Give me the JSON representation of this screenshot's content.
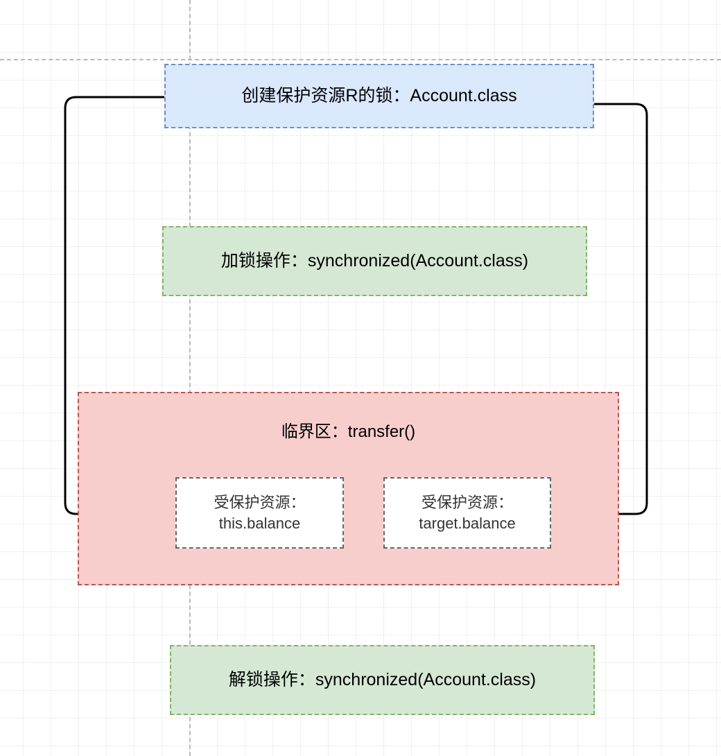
{
  "diagram": {
    "title_node": {
      "label": "创建保护资源R的锁：Account.class"
    },
    "lock_operation": {
      "label": "加锁操作：synchronized(Account.class)"
    },
    "critical_section": {
      "label": "临界区：transfer()",
      "resources": [
        {
          "line1": "受保护资源：",
          "line2": "this.balance"
        },
        {
          "line1": "受保护资源：",
          "line2": "target.balance"
        }
      ]
    },
    "unlock_operation": {
      "label": "解锁操作：synchronized(Account.class)"
    },
    "colors": {
      "lock_create_fill": "#dae8fc",
      "lock_create_stroke": "#6c8ebf",
      "operation_fill": "#d5e8d4",
      "operation_stroke": "#82b366",
      "critical_fill": "#f8cecc",
      "critical_stroke": "#b85450",
      "resource_fill": "#ffffff",
      "resource_stroke": "#666666",
      "connector_stroke": "#000000",
      "grid_line": "#ebebeb",
      "grid_major": "#b9b9b9"
    },
    "connectors": [
      {
        "name": "left-lock-to-this-balance"
      },
      {
        "name": "right-lock-to-target-balance"
      }
    ]
  }
}
